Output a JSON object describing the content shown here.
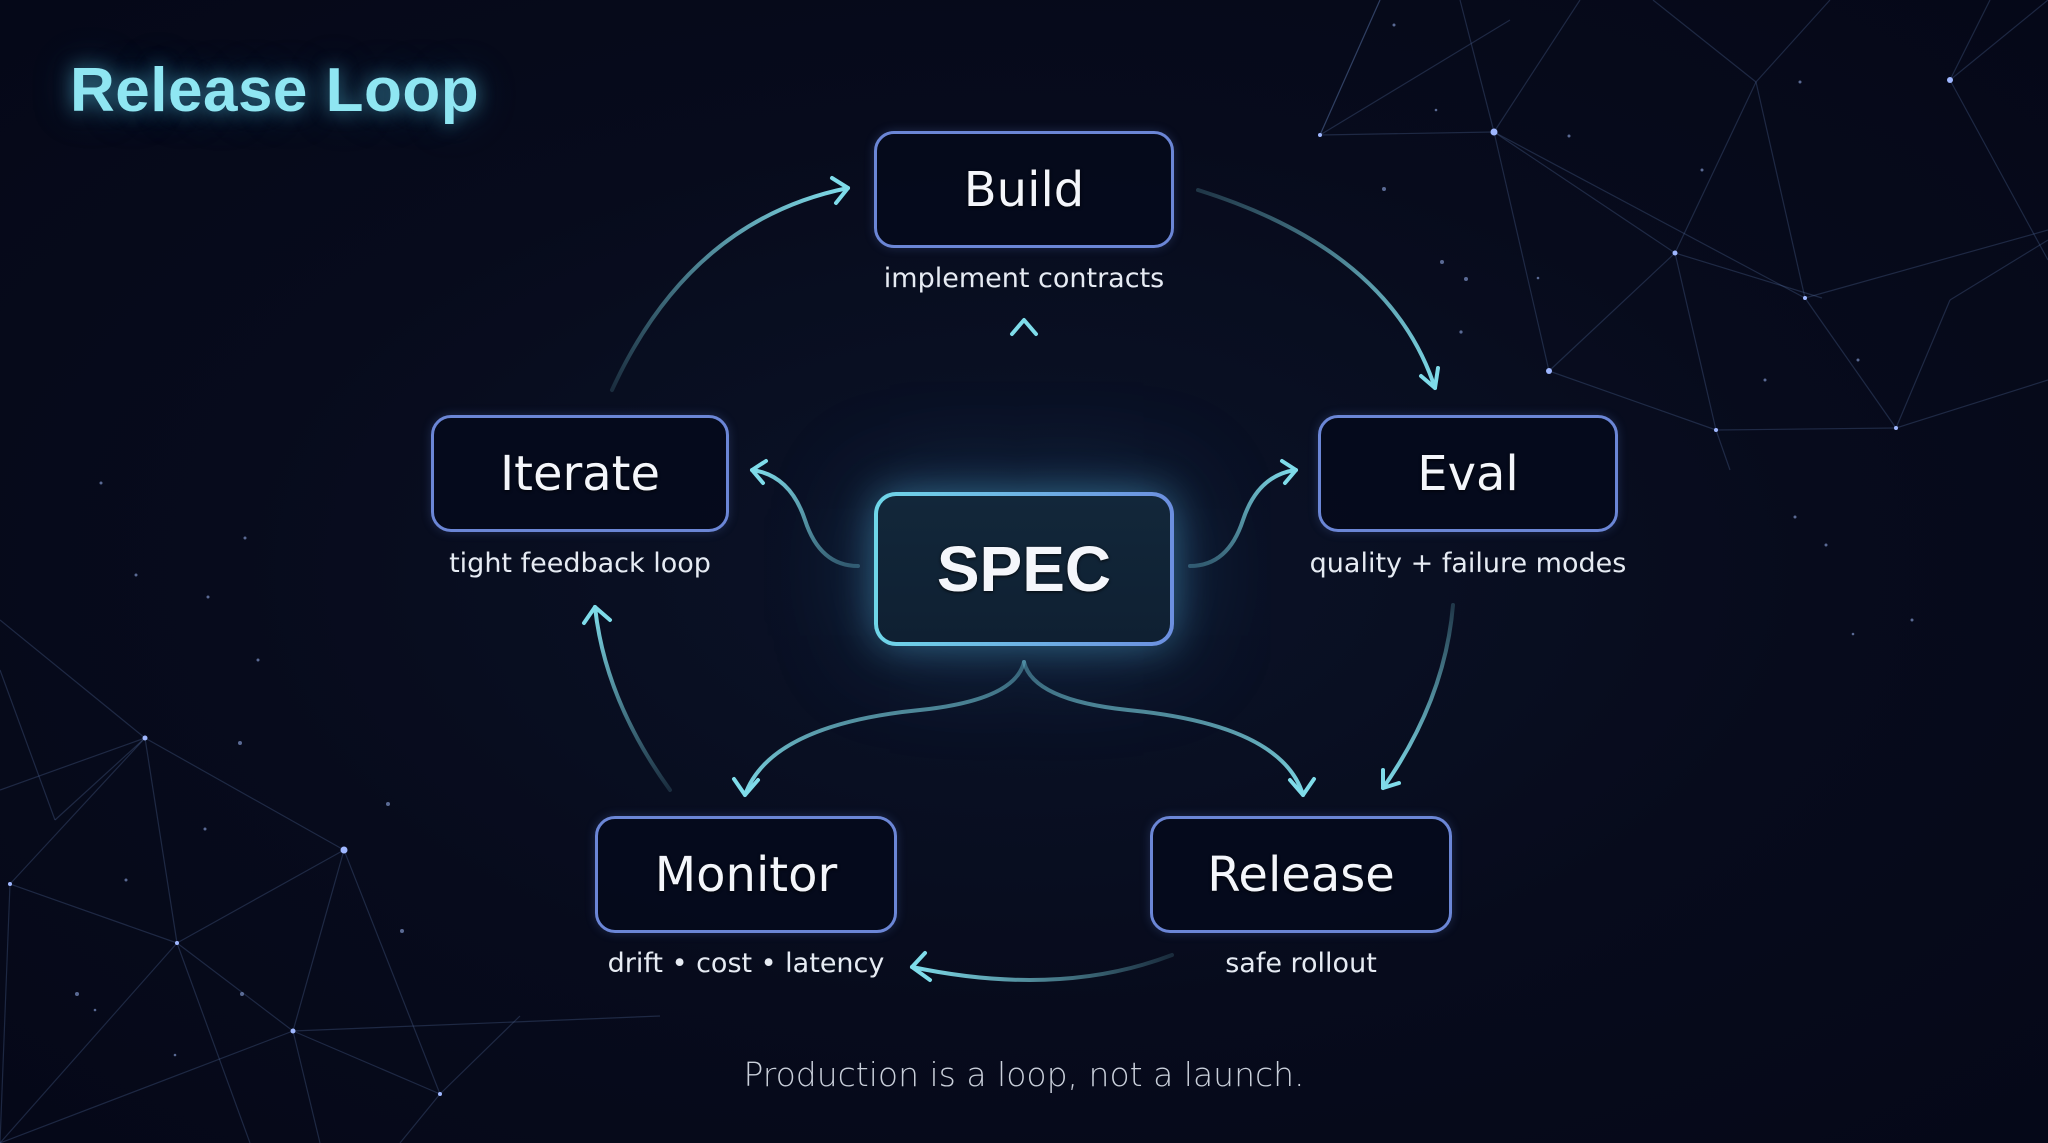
{
  "title": "Release Loop",
  "center": {
    "label": "SPEC"
  },
  "nodes": {
    "build": {
      "label": "Build",
      "caption": "implement contracts"
    },
    "eval": {
      "label": "Eval",
      "caption": "quality + failure modes"
    },
    "release": {
      "label": "Release",
      "caption": "safe rollout"
    },
    "monitor": {
      "label": "Monitor",
      "caption": "drift • cost • latency"
    },
    "iterate": {
      "label": "Iterate",
      "caption": "tight feedback loop"
    }
  },
  "edges": [
    {
      "from": "SPEC",
      "to": "Build"
    },
    {
      "from": "SPEC",
      "to": "Eval"
    },
    {
      "from": "SPEC",
      "to": "Iterate"
    },
    {
      "from": "SPEC",
      "to": "Monitor"
    },
    {
      "from": "SPEC",
      "to": "Release"
    },
    {
      "from": "Build",
      "to": "Eval"
    },
    {
      "from": "Eval",
      "to": "Release"
    },
    {
      "from": "Release",
      "to": "Monitor"
    },
    {
      "from": "Monitor",
      "to": "Iterate"
    },
    {
      "from": "Iterate",
      "to": "Build"
    }
  ],
  "tagline": "Production is a loop, not a launch.",
  "colors": {
    "title": "#8fe6f2",
    "arrow": "#7fdcea",
    "node_border": "#6b86d6",
    "background": "#070b1c"
  }
}
